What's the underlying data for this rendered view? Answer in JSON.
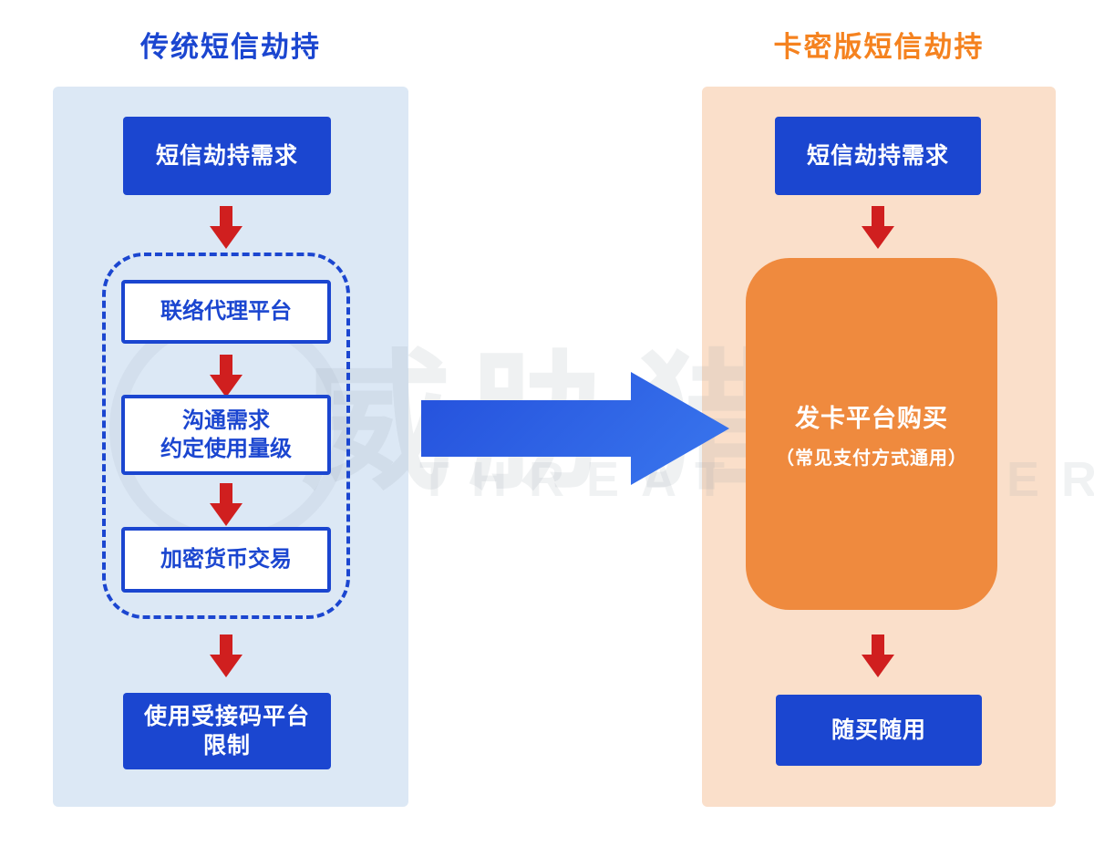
{
  "colors": {
    "blue_box": "#1b46d0",
    "red_arrow": "#d01f1f",
    "orange_box": "#ef8a3e",
    "orange_title": "#f5821f",
    "left_panel_bg": "#dce8f5",
    "right_panel_bg": "#fadfca",
    "big_arrow": "#2f6ae8"
  },
  "watermark": {
    "cn": "威胁猎人",
    "en": "THREAT HUNTER"
  },
  "left": {
    "title": "传统短信劫持",
    "start": "短信劫持需求",
    "dashed_step1": "联络代理平台",
    "dashed_step2_line1": "沟通需求",
    "dashed_step2_line2": "约定使用量级",
    "dashed_step3": "加密货币交易",
    "end_line1": "使用受接码平台",
    "end_line2": "限制"
  },
  "right": {
    "title": "卡密版短信劫持",
    "start": "短信劫持需求",
    "main_line1": "发卡平台购买",
    "main_line2": "（常见支付方式通用）",
    "end": "随买随用"
  }
}
